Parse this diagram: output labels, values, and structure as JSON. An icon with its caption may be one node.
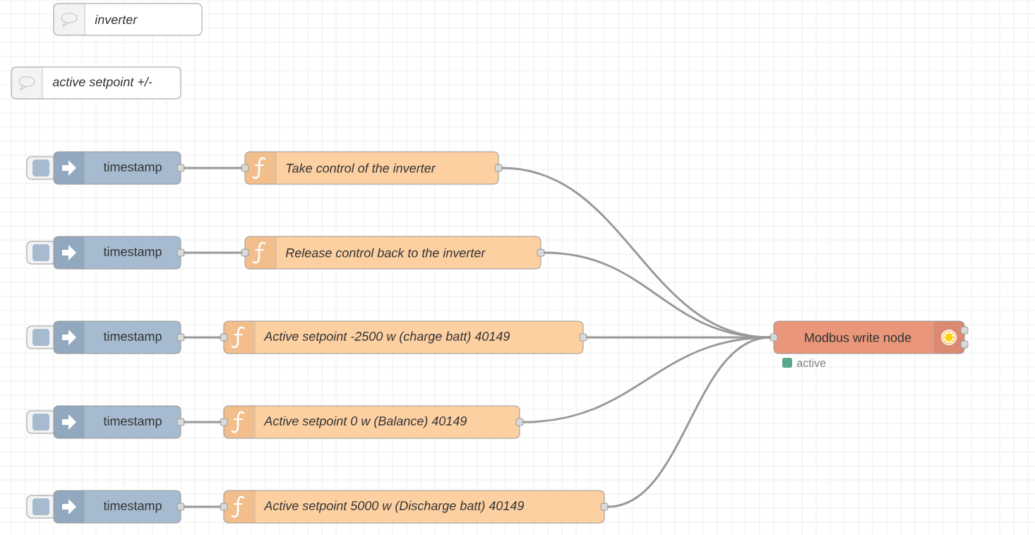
{
  "diagram": {
    "nodes": [
      {
        "text": [
          "inverter"
        ]
      },
      {
        "text": [
          "active setpoint +/-"
        ]
      },
      {
        "text": [
          "timestamp"
        ]
      },
      {
        "text": [
          "Take control of the inverter"
        ]
      },
      {
        "text": [
          "timestamp"
        ]
      },
      {
        "text": [
          "Release control back to the inverter"
        ]
      },
      {
        "text": [
          "timestamp"
        ]
      },
      {
        "text": [
          "Active setpoint -2500 w (charge batt) 40149"
        ]
      },
      {
        "text": [
          "timestamp"
        ]
      },
      {
        "text": [
          "Active setpoint 0 w (Balance) 40149"
        ]
      },
      {
        "text": [
          "timestamp"
        ]
      },
      {
        "text": [
          "Active setpoint 5000 w (Discharge batt) 40149"
        ]
      },
      {
        "text": [
          "Modbus write node"
        ],
        "beside": [
          "active"
        ]
      }
    ],
    "edges": [
      {
        "from": 2,
        "to": 3,
        "arrow": "none"
      },
      {
        "from": 4,
        "to": 5,
        "arrow": "none"
      },
      {
        "from": 6,
        "to": 7,
        "arrow": "none"
      },
      {
        "from": 8,
        "to": 9,
        "arrow": "none"
      },
      {
        "from": 10,
        "to": 11,
        "arrow": "none"
      },
      {
        "from": 3,
        "to": 12,
        "arrow": "none"
      },
      {
        "from": 5,
        "to": 12,
        "arrow": "none"
      },
      {
        "from": 7,
        "to": 12,
        "arrow": "none"
      },
      {
        "from": 9,
        "to": 12,
        "arrow": "none"
      },
      {
        "from": 11,
        "to": 12,
        "arrow": "none"
      }
    ]
  }
}
